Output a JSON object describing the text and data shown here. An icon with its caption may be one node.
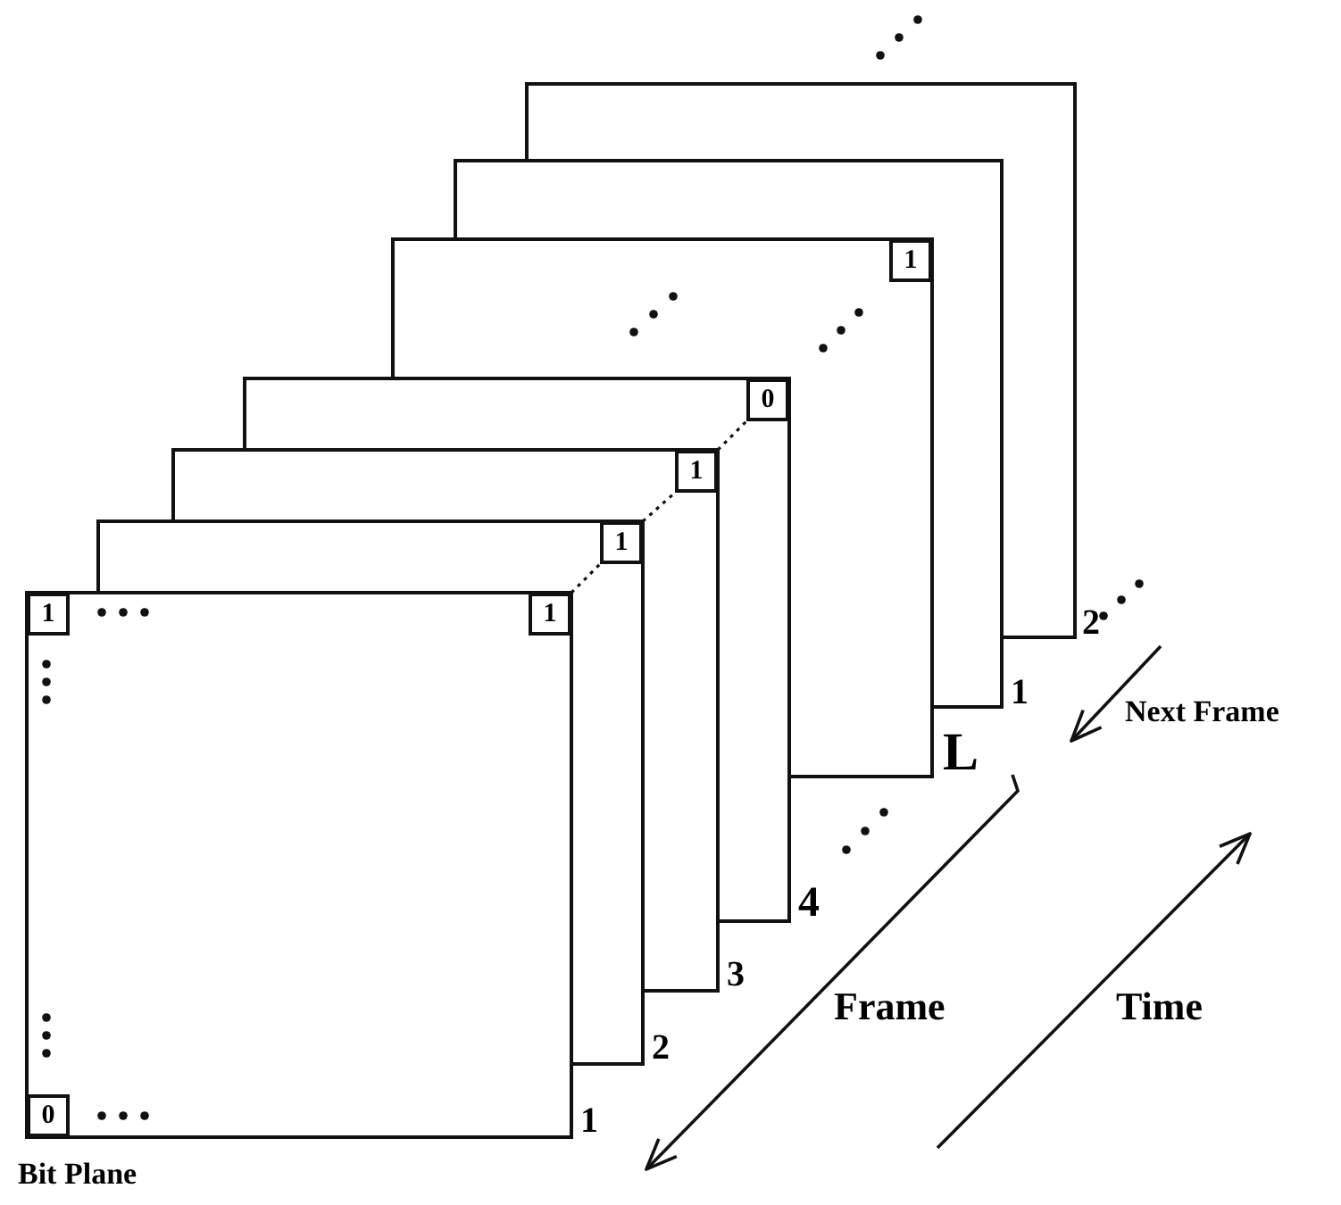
{
  "diagram": {
    "nodes": [
      {
        "text": [
          "1"
        ]
      },
      {
        "text": [
          "0"
        ]
      },
      {
        "text": [
          "1"
        ]
      },
      {
        "text": [
          "1"
        ]
      },
      {
        "text": [
          "1"
        ]
      },
      {
        "text": [
          "1"
        ]
      },
      {
        "text": [
          "0"
        ]
      }
    ],
    "edges": [
      {
        "from": 5,
        "to": 3,
        "arrow": "none",
        "style": "dashed"
      },
      {
        "from": 3,
        "to": 2,
        "arrow": "none",
        "style": "dashed"
      },
      {
        "from": 2,
        "to": 1,
        "arrow": "none",
        "style": "dashed"
      }
    ],
    "labels": [
      "2",
      "1",
      "L",
      "4",
      "3",
      "2",
      "1",
      "Next Frame",
      "Frame",
      "Time",
      "Bit Plane"
    ]
  }
}
